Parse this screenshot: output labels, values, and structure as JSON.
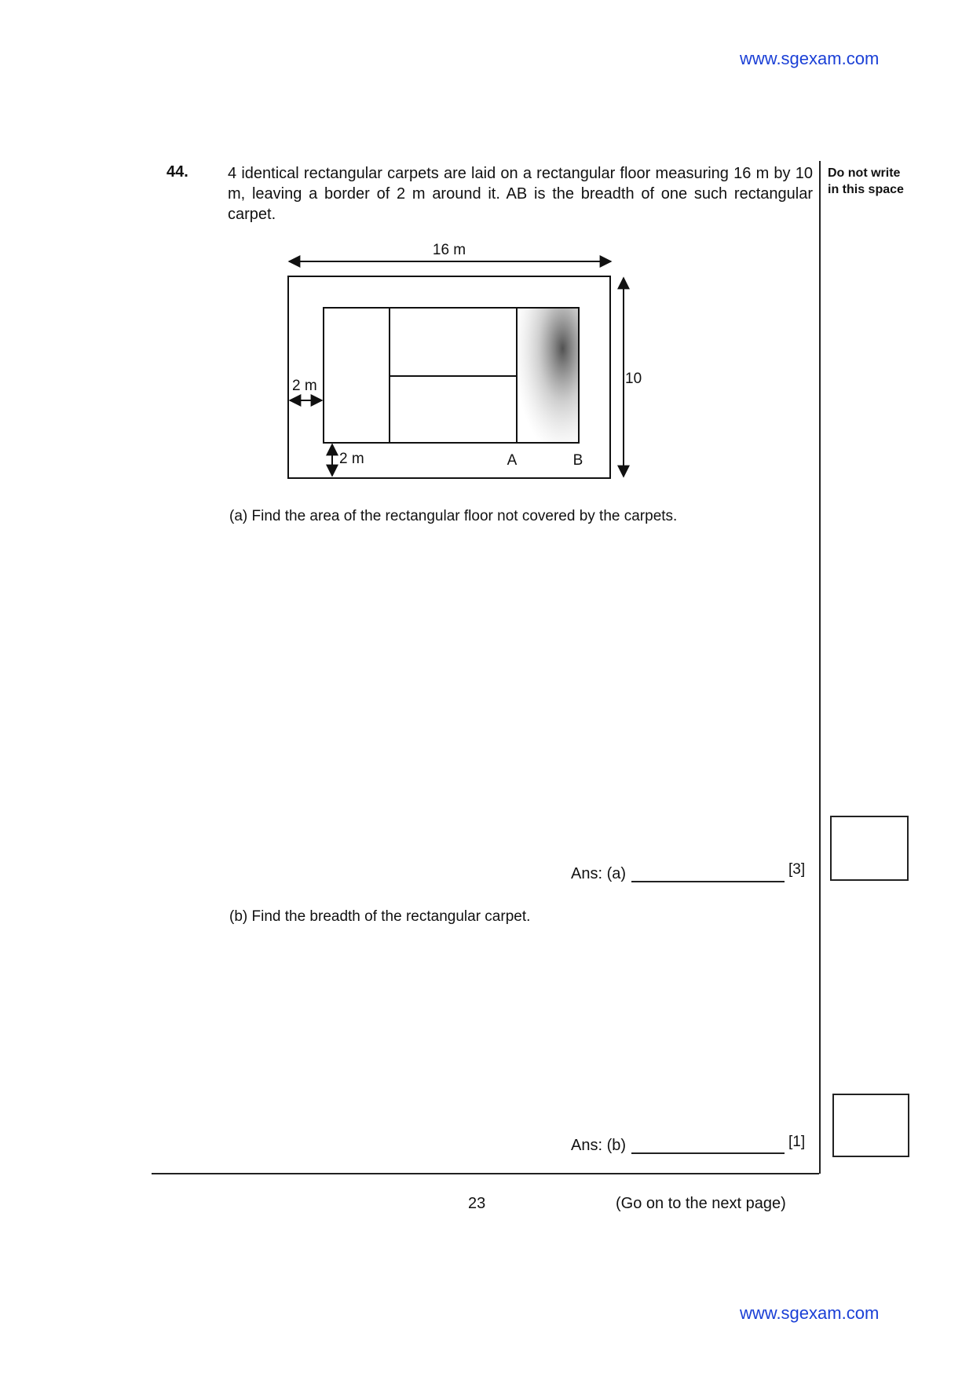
{
  "header": {
    "watermark": "www.sgexam.com"
  },
  "question": {
    "number": "44.",
    "text": "4 identical rectangular carpets are laid on a rectangular floor measuring 16 m by 10 m, leaving a border of 2 m around it. AB is the breadth of one such rectangular carpet."
  },
  "margin": {
    "note_line1": "Do not write",
    "note_line2": "in this space"
  },
  "diagram": {
    "width_label": "16 m",
    "height_label": "10 m",
    "border_left_label": "2 m",
    "border_bottom_label": "2 m",
    "point_a": "A",
    "point_b": "B"
  },
  "part_a": {
    "prompt": "(a) Find the area of the rectangular floor not covered by the carpets.",
    "answer_label": "Ans: (a)",
    "marks": "[3]"
  },
  "part_b": {
    "prompt": "(b) Find the breadth of the rectangular carpet.",
    "answer_label": "Ans: (b)",
    "marks": "[1]"
  },
  "footer": {
    "page_number": "23",
    "continue_text": "(Go on to the next page)",
    "watermark": "www.sgexam.com"
  }
}
